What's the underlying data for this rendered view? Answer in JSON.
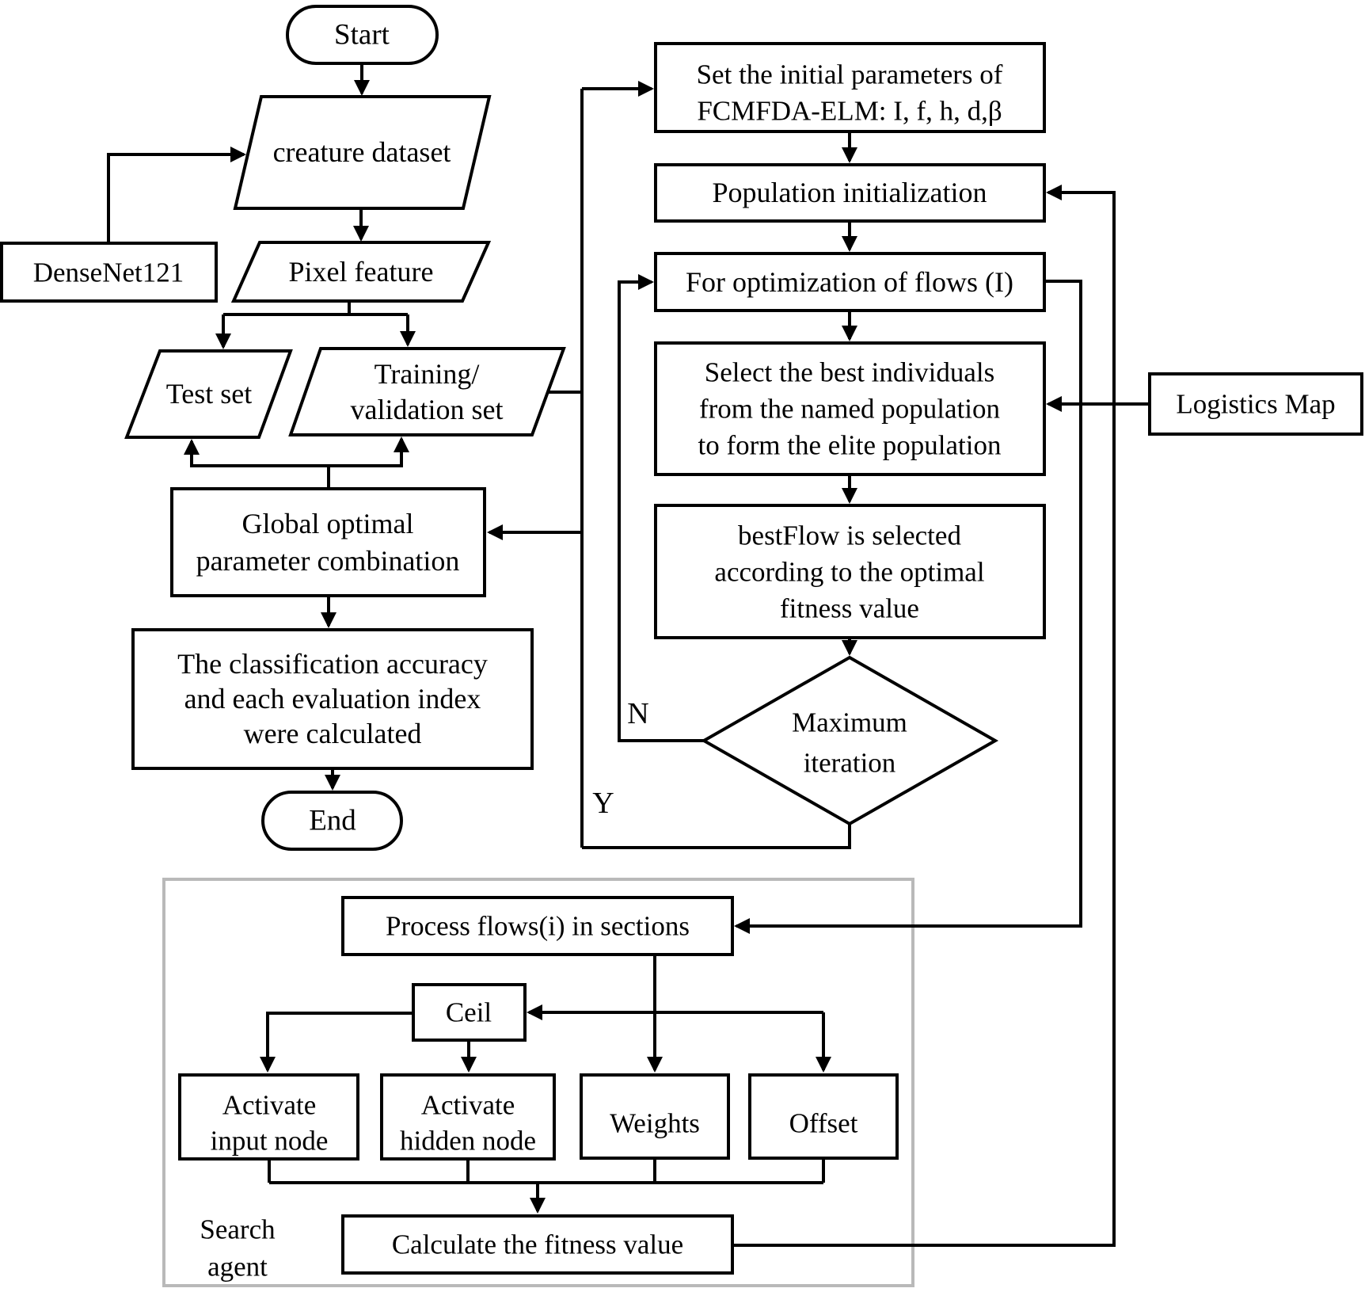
{
  "diagram": {
    "type": "flowchart",
    "colors": {
      "stroke": "#000000",
      "node_fill": "#ffffff",
      "frame": "#b9b9b9",
      "background": "#ffffff"
    },
    "nodes": [
      {
        "id": "start",
        "shape": "terminator",
        "lines": [
          "Start"
        ]
      },
      {
        "id": "creature-dataset",
        "shape": "parallelogram",
        "lines": [
          "creature dataset"
        ]
      },
      {
        "id": "densenet121",
        "shape": "process",
        "lines": [
          "DenseNet121"
        ]
      },
      {
        "id": "pixel-feature",
        "shape": "parallelogram",
        "lines": [
          "Pixel feature"
        ]
      },
      {
        "id": "test-set",
        "shape": "parallelogram",
        "lines": [
          "Test set"
        ]
      },
      {
        "id": "training-validation-set",
        "shape": "parallelogram",
        "lines": [
          "Training/",
          "validation set"
        ]
      },
      {
        "id": "global-optimal",
        "shape": "process",
        "lines": [
          "Global optimal",
          "parameter combination"
        ]
      },
      {
        "id": "classification",
        "shape": "process",
        "lines": [
          "The classification accuracy",
          "and each evaluation index",
          "were calculated"
        ]
      },
      {
        "id": "end",
        "shape": "terminator",
        "lines": [
          "End"
        ]
      },
      {
        "id": "set-initial-parameters",
        "shape": "process",
        "lines": [
          "Set the initial parameters of",
          "FCMFDA-ELM: I, f, h, d,β"
        ]
      },
      {
        "id": "population-initialization",
        "shape": "process",
        "lines": [
          "Population initialization"
        ]
      },
      {
        "id": "for-optimization",
        "shape": "process",
        "lines": [
          "For optimization of flows (I)"
        ]
      },
      {
        "id": "select-best-individuals",
        "shape": "process",
        "lines": [
          "Select the best individuals",
          "from the named population",
          "to form the elite population"
        ]
      },
      {
        "id": "logistics-map",
        "shape": "process",
        "lines": [
          "Logistics Map"
        ]
      },
      {
        "id": "bestflow-selected",
        "shape": "process",
        "lines": [
          "bestFlow is selected",
          "according to the optimal",
          "fitness value"
        ]
      },
      {
        "id": "maximum-iteration",
        "shape": "decision",
        "lines": [
          "Maximum",
          "iteration"
        ]
      },
      {
        "id": "process-flows",
        "shape": "process",
        "lines": [
          "Process flows(i) in sections"
        ]
      },
      {
        "id": "ceil",
        "shape": "process",
        "lines": [
          "Ceil"
        ]
      },
      {
        "id": "activate-input-node",
        "shape": "process",
        "lines": [
          "Activate",
          "input node"
        ]
      },
      {
        "id": "activate-hidden-node",
        "shape": "process",
        "lines": [
          "Activate",
          "hidden node"
        ]
      },
      {
        "id": "weights",
        "shape": "process",
        "lines": [
          "Weights"
        ]
      },
      {
        "id": "offset",
        "shape": "process",
        "lines": [
          "Offset"
        ]
      },
      {
        "id": "calculate-fitness",
        "shape": "process",
        "lines": [
          "Calculate the fitness value"
        ]
      }
    ],
    "edge_labels": [
      {
        "id": "branch-no",
        "text": "N"
      },
      {
        "id": "branch-yes",
        "text": "Y"
      }
    ],
    "group_labels": [
      {
        "id": "search-agent",
        "lines": [
          "Search",
          "agent"
        ]
      }
    ]
  }
}
